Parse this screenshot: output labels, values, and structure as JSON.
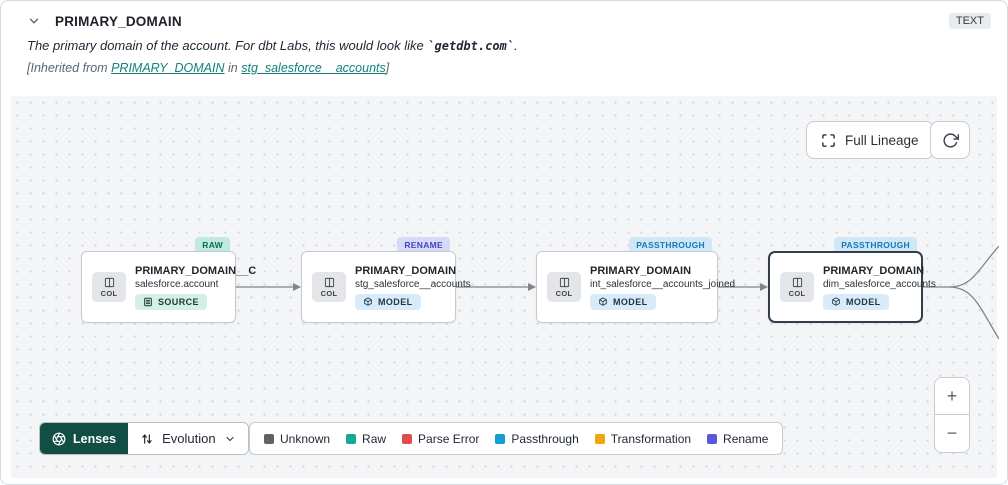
{
  "header": {
    "title": "PRIMARY_DOMAIN",
    "type_badge": "TEXT",
    "description_prefix": "The primary domain of the account. For dbt Labs, this would look like ",
    "description_code": "`getdbt.com`",
    "description_suffix": ".",
    "inherited_prefix": "[Inherited from ",
    "inherited_link_column": "PRIMARY_DOMAIN",
    "inherited_middle": " in ",
    "inherited_link_model": "stg_salesforce__accounts",
    "inherited_suffix": "]"
  },
  "toolbar": {
    "full_lineage_label": "Full Lineage"
  },
  "nodes": [
    {
      "title": "PRIMARY_DOMAIN__C",
      "subtitle": "salesforce.account",
      "type": "SOURCE",
      "badge": "RAW",
      "col_label": "COL"
    },
    {
      "title": "PRIMARY_DOMAIN",
      "subtitle": "stg_salesforce__accounts",
      "type": "MODEL",
      "badge": "RENAME",
      "col_label": "COL"
    },
    {
      "title": "PRIMARY_DOMAIN",
      "subtitle": "int_salesforce__accounts_joined",
      "type": "MODEL",
      "badge": "PASSTHROUGH",
      "col_label": "COL"
    },
    {
      "title": "PRIMARY_DOMAIN",
      "subtitle": "dim_salesforce_accounts",
      "type": "MODEL",
      "badge": "PASSTHROUGH",
      "col_label": "COL"
    }
  ],
  "controls": {
    "lenses_label": "Lenses",
    "lens_selected": "Evolution",
    "zoom_in": "+",
    "zoom_out": "−"
  },
  "legend": {
    "items": [
      {
        "label": "Unknown",
        "color": "#5f6368"
      },
      {
        "label": "Raw",
        "color": "#17a894"
      },
      {
        "label": "Parse Error",
        "color": "#e04b4b"
      },
      {
        "label": "Passthrough",
        "color": "#129fd0"
      },
      {
        "label": "Transformation",
        "color": "#f2a60d"
      },
      {
        "label": "Rename",
        "color": "#5a58dd"
      }
    ]
  }
}
